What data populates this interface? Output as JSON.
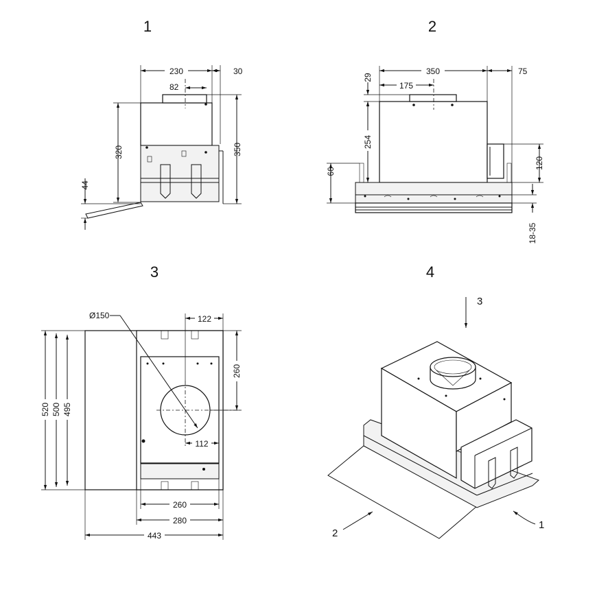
{
  "views": {
    "v1": "1",
    "v2": "2",
    "v3": "3",
    "v4": "4"
  },
  "view1_dims": {
    "width": "230",
    "side": "30",
    "outlet": "82",
    "height_body": "320",
    "height_total": "350",
    "flap": "44"
  },
  "view2_dims": {
    "width": "350",
    "offset": "75",
    "top": "29",
    "half": "175",
    "body": "254",
    "frame": "66",
    "box": "120",
    "ceiling": "18-35"
  },
  "view3_dims": {
    "diameter": "Ø150",
    "offset_x": "122",
    "offset_y": "260",
    "center": "112",
    "h1": "520",
    "h2": "500",
    "h3": "495",
    "w1": "260",
    "w2": "280",
    "w3": "443"
  },
  "view4_callouts": {
    "c1": "1",
    "c2": "2",
    "c3": "3"
  }
}
